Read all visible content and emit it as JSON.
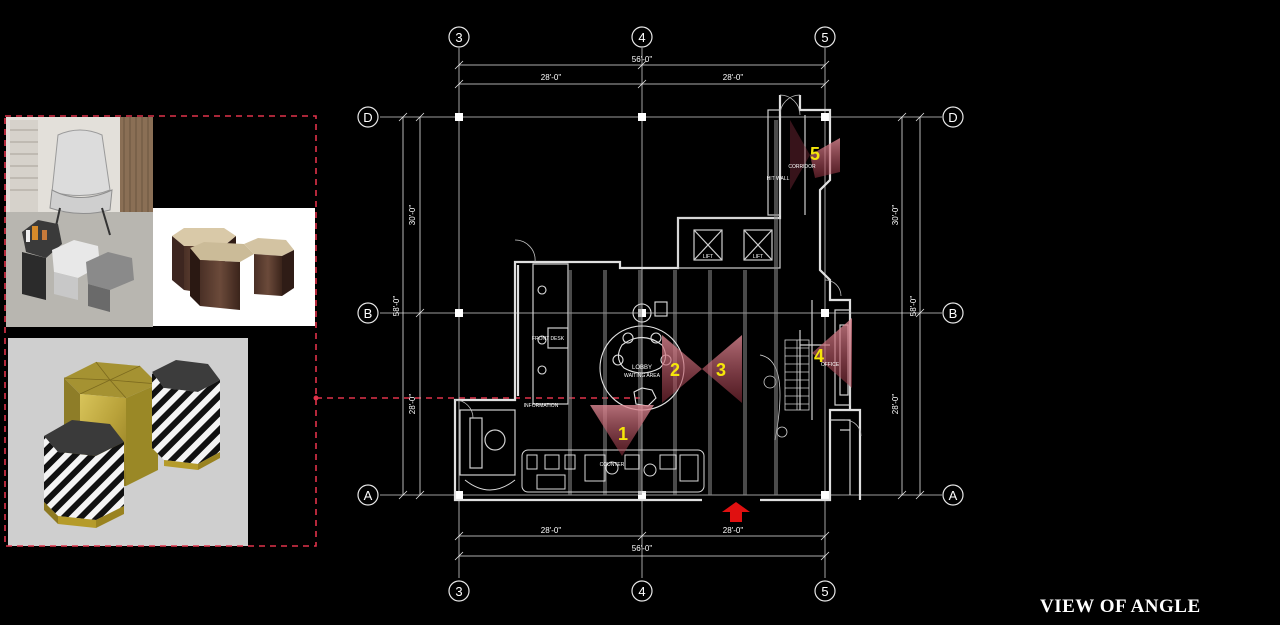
{
  "colors": {
    "background": "#000000",
    "linework": "#d9d9d9",
    "dimension": "#e6e6e6",
    "callout_dash": "#e0334a",
    "view_cone": "#c9606c",
    "view_number": "#f5e60a",
    "entry_arrow": "#e01010"
  },
  "grid": {
    "columns": [
      "3",
      "4",
      "5"
    ],
    "rows": [
      "D",
      "B",
      "A"
    ]
  },
  "dimensions": {
    "top_total": "56'-0\"",
    "top_left": "28'-0\"",
    "top_right": "28'-0\"",
    "bottom_left": "28'-0\"",
    "bottom_total": "56'-0\"",
    "bottom_right": "28'-0\"",
    "left_upper": "30'-0\"",
    "left_total": "58'-0\"",
    "left_lower": "28'-0\"",
    "right_upper": "30'-0\"",
    "right_total": "58'-0\"",
    "right_lower": "28'-0\""
  },
  "rooms": {
    "lobby": "LOBBY",
    "waiting": "WAITING AREA",
    "corridor": "CORRIDOR",
    "front_desk": "FRONT DESK",
    "information": "INFORMATION",
    "counter": "COUNTER",
    "lift_a": "LIFT",
    "lift_b": "LIFT",
    "wall_label": "HIT WALL",
    "office": "OFFICE"
  },
  "view_points": [
    "1",
    "2",
    "3",
    "4",
    "5"
  ],
  "title": "VIEW OF ANGLE",
  "icons": {
    "entry": "entry-arrow-icon",
    "callout": "dashed-callout-box"
  }
}
